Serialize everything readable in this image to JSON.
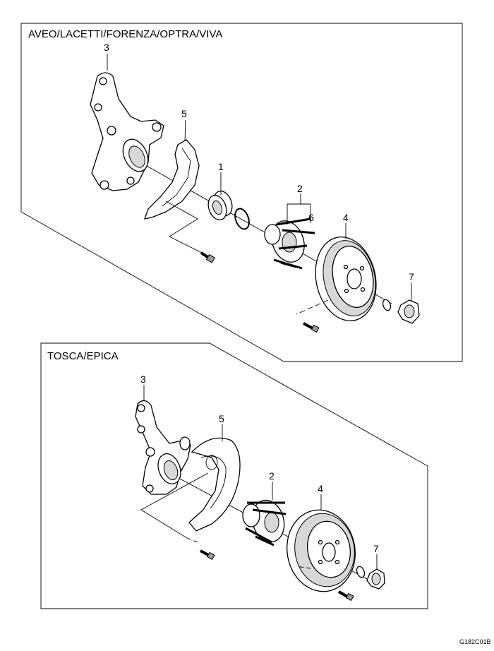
{
  "panels": [
    {
      "title": "AVEO/LACETTI/FORENZA/OPTRA/VIVA",
      "callouts": [
        "3",
        "5",
        "1",
        "2",
        "6",
        "4",
        "7"
      ]
    },
    {
      "title": "TOSCA/EPICA",
      "callouts": [
        "3",
        "5",
        "2",
        "4",
        "7"
      ]
    }
  ],
  "figure_code": "G182C01B"
}
